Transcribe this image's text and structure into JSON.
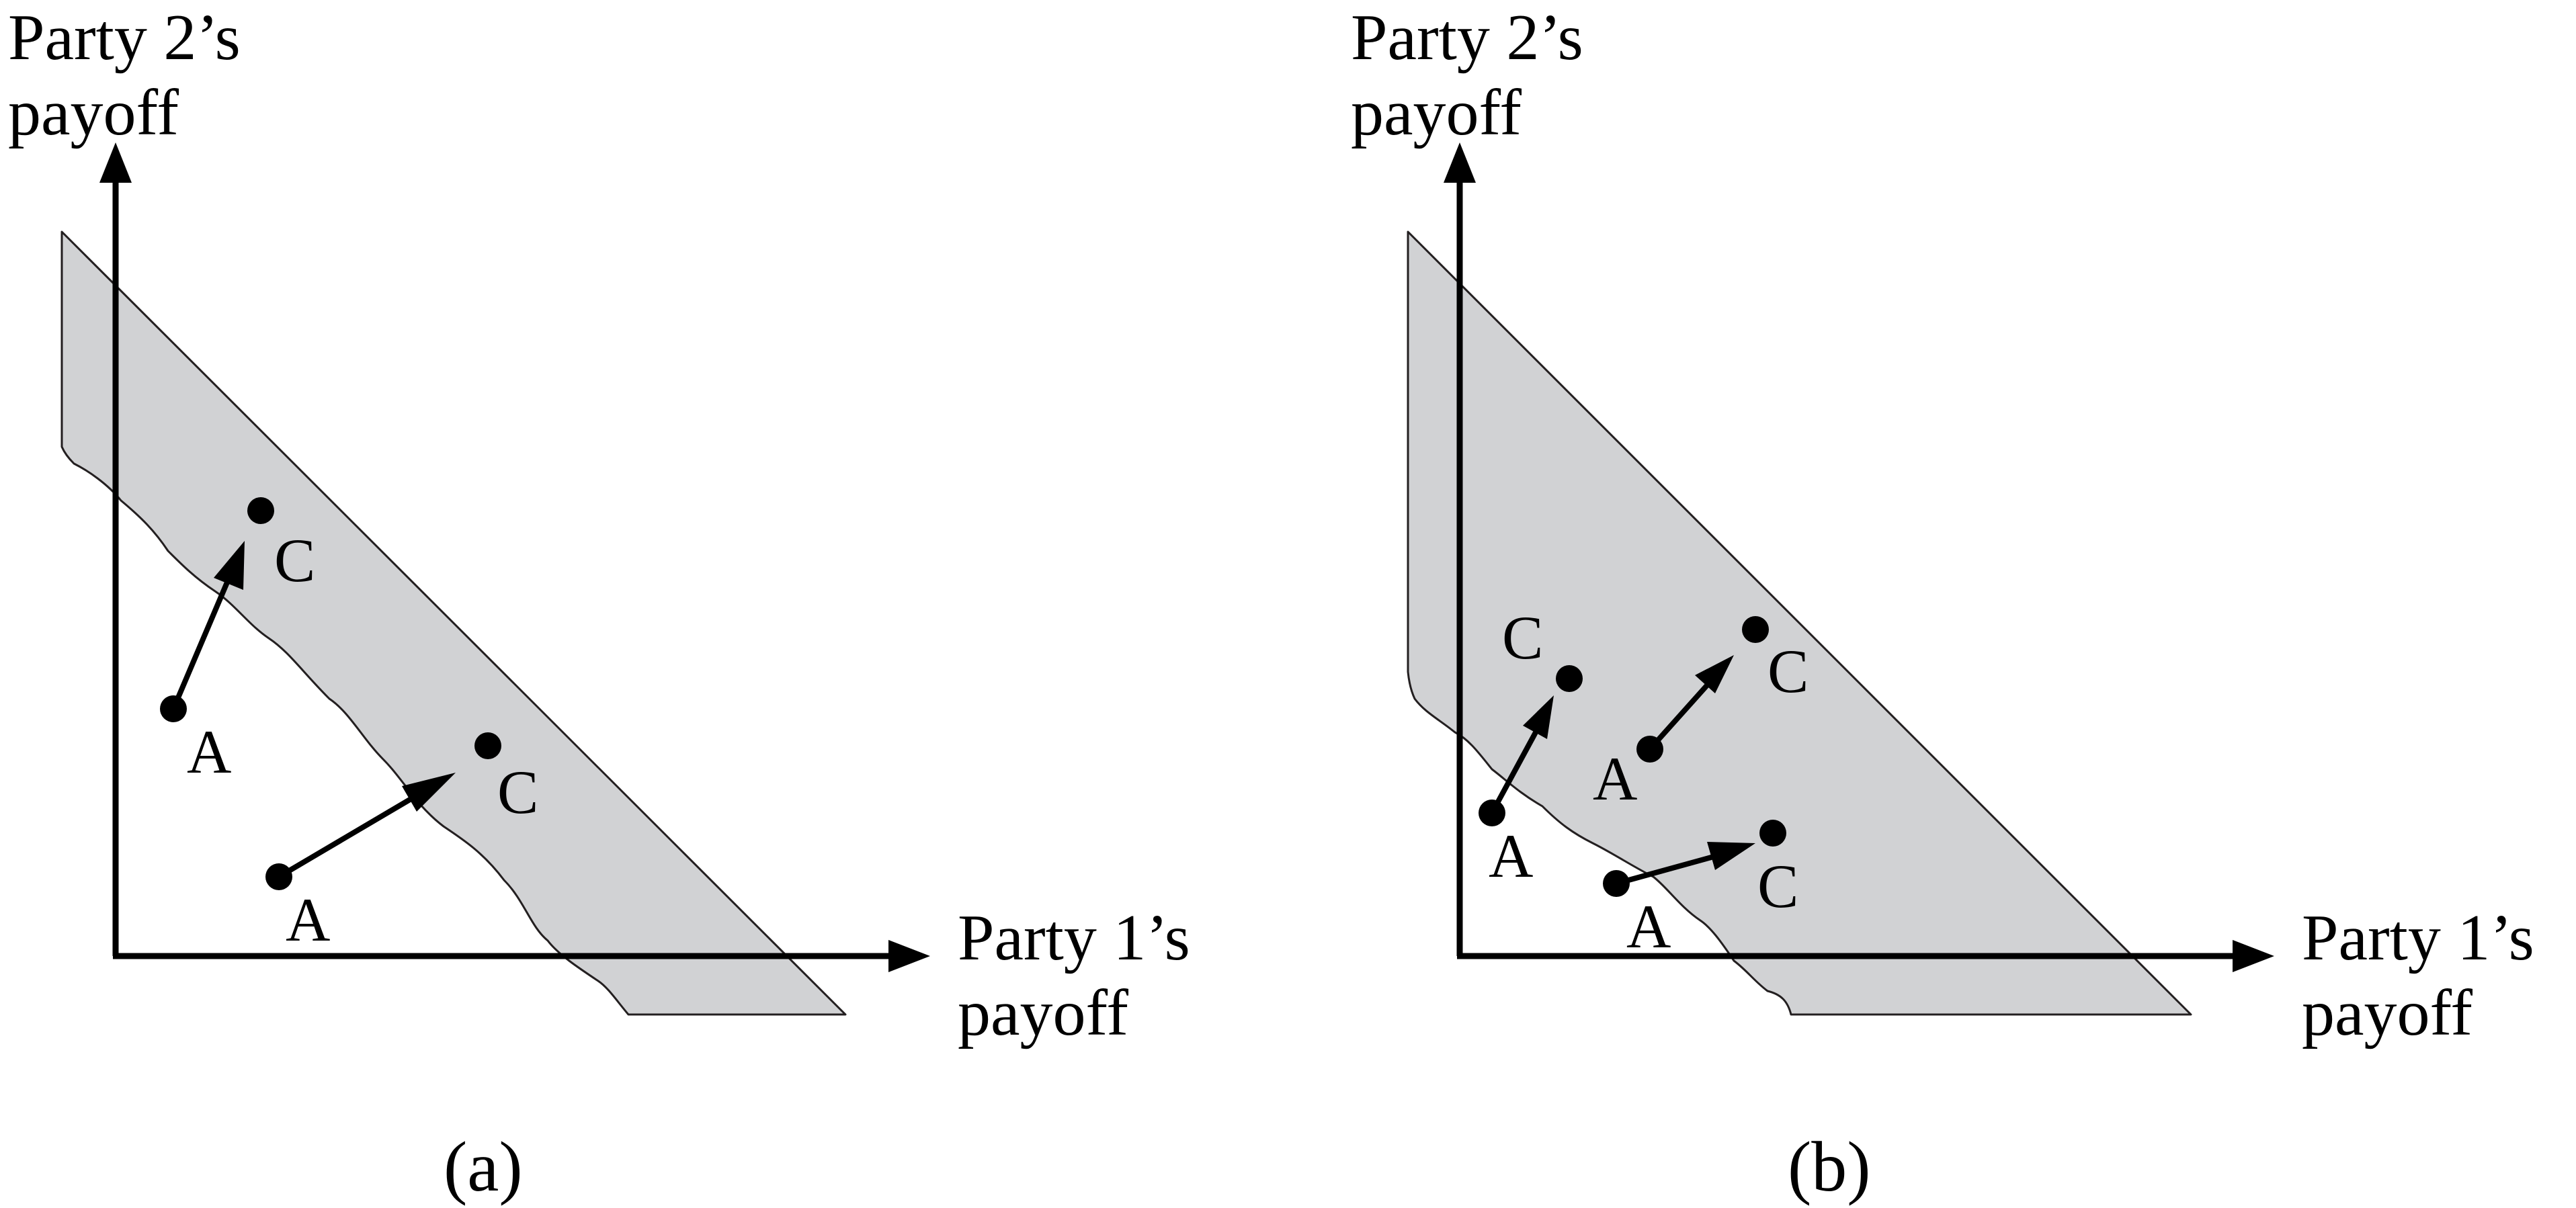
{
  "panels": [
    {
      "caption": "(a)",
      "y_axis_label_line1": "Party 2’s",
      "y_axis_label_line2": "payoff",
      "x_axis_label_line1": "Party 1’s",
      "x_axis_label_line2": "payoff",
      "moves": [
        {
          "from_label": "A",
          "to_label": "C"
        },
        {
          "from_label": "A",
          "to_label": "C"
        }
      ]
    },
    {
      "caption": "(b)",
      "y_axis_label_line1": "Party 2’s",
      "y_axis_label_line2": "payoff",
      "x_axis_label_line1": "Party 1’s",
      "x_axis_label_line2": "payoff",
      "moves": [
        {
          "from_label": "A",
          "to_label": "C"
        },
        {
          "from_label": "A",
          "to_label": "C"
        },
        {
          "from_label": "A",
          "to_label": "C"
        }
      ]
    }
  ],
  "colors": {
    "feasible_region_fill": "#d1d2d4",
    "outline": "#231f20",
    "ink": "#000000"
  }
}
